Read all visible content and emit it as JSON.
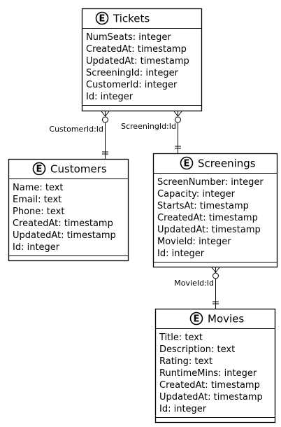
{
  "entity_badge_letter": "E",
  "entities": {
    "tickets": {
      "name": "Tickets",
      "fields": [
        "NumSeats: integer",
        "CreatedAt: timestamp",
        "UpdatedAt: timestamp",
        "ScreeningId: integer",
        "CustomerId: integer",
        "Id: integer"
      ]
    },
    "customers": {
      "name": "Customers",
      "fields": [
        "Name: text",
        "Email: text",
        "Phone: text",
        "CreatedAt: timestamp",
        "UpdatedAt: timestamp",
        "Id: integer"
      ]
    },
    "screenings": {
      "name": "Screenings",
      "fields": [
        "ScreenNumber: integer",
        "Capacity: integer",
        "StartsAt: timestamp",
        "CreatedAt: timestamp",
        "UpdatedAt: timestamp",
        "MovieId: integer",
        "Id: integer"
      ]
    },
    "movies": {
      "name": "Movies",
      "fields": [
        "Title: text",
        "Description: text",
        "Rating: text",
        "RuntimeMins: integer",
        "CreatedAt: timestamp",
        "UpdatedAt: timestamp",
        "Id: integer"
      ]
    }
  },
  "relationships": [
    {
      "label": "CustomerId:Id",
      "from": "tickets",
      "to": "customers"
    },
    {
      "label": "ScreeningId:Id",
      "from": "tickets",
      "to": "screenings"
    },
    {
      "label": "MovieId:Id",
      "from": "screenings",
      "to": "movies"
    }
  ]
}
